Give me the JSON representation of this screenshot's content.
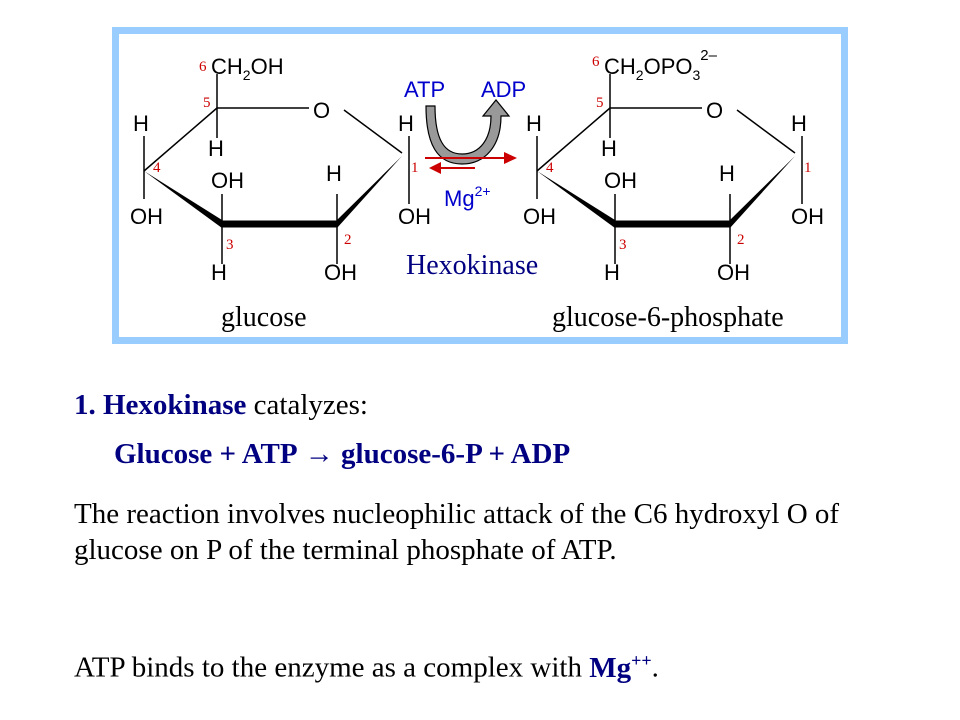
{
  "colors": {
    "frame": "#99ccff",
    "bond": "#000000",
    "carbon_number": "#cc0000",
    "enzyme_label": "#000080",
    "cofactor_text": "#0000cc",
    "arrow_forward": "#cc0000",
    "arrow_reverse": "#cc0000",
    "curved_arrow_fill": "#999999",
    "heading": "#000080"
  },
  "diagram": {
    "glucose": {
      "name": "glucose",
      "c6_group": "CH",
      "c6_sub": "2",
      "c6_tail": "OH",
      "ring_oxygen": "O",
      "groups": {
        "h_c4_top": "H",
        "oh_c4": "OH",
        "h_c5_bottom": "H",
        "oh_c3_top": "OH",
        "h_c3_bottom": "H",
        "h_c2_top": "H",
        "oh_c2_bottom": "OH",
        "h_c1_top": "H",
        "oh_c1_bottom": "OH"
      },
      "numbers": {
        "c1": "1",
        "c2": "2",
        "c3": "3",
        "c4": "4",
        "c5": "5",
        "c6": "6"
      }
    },
    "product": {
      "name": "glucose-6-phosphate",
      "c6_group": "CH",
      "c6_sub": "2",
      "c6_mid": "OPO",
      "c6_sub2": "3",
      "c6_charge": "2–",
      "ring_oxygen": "O",
      "groups": {
        "h_c4_top": "H",
        "oh_c4": "OH",
        "h_c5_bottom": "H",
        "oh_c3_top": "OH",
        "h_c3_bottom": "H",
        "h_c2_top": "H",
        "oh_c2_bottom": "OH",
        "h_c1_top": "H",
        "oh_c1_bottom": "OH"
      },
      "numbers": {
        "c1": "1",
        "c2": "2",
        "c3": "3",
        "c4": "4",
        "c5": "5",
        "c6": "6"
      }
    },
    "atp_label": "ATP",
    "adp_label": "ADP",
    "cofactor": "Mg",
    "cofactor_charge": "2+",
    "enzyme": "Hexokinase"
  },
  "text": {
    "item_number": "1.",
    "item_enzyme": "Hexokinase",
    "item_rest": "catalyzes:",
    "equation_left": "Glucose + ATP",
    "equation_arrow": "→",
    "equation_right": "glucose-6-P + ADP",
    "paragraph": "The reaction involves nucleophilic attack of the C6 hydroxyl O of glucose on P of the terminal phosphate of ATP.",
    "binding_text": "ATP binds to the enzyme as a complex with",
    "binding_bold": "Mg",
    "binding_sup": "++",
    "binding_end": "."
  }
}
